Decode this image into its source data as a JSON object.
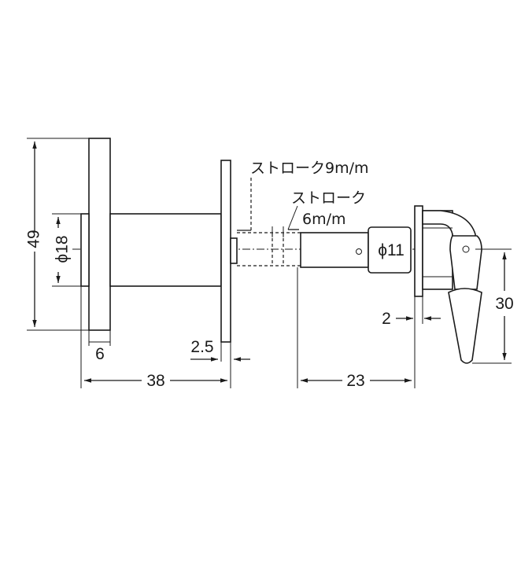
{
  "labels": {
    "dim_49": "49",
    "dim_phi18": "ϕ18",
    "dim_6": "6",
    "dim_38": "38",
    "dim_2_5": "2.5",
    "dim_23": "23",
    "dim_phi11": "ϕ11",
    "dim_2": "2",
    "dim_30": "30",
    "stroke_9": "ストローク9m/m",
    "stroke_6_line1": "ストローク",
    "stroke_6_line2": "6m/m"
  }
}
